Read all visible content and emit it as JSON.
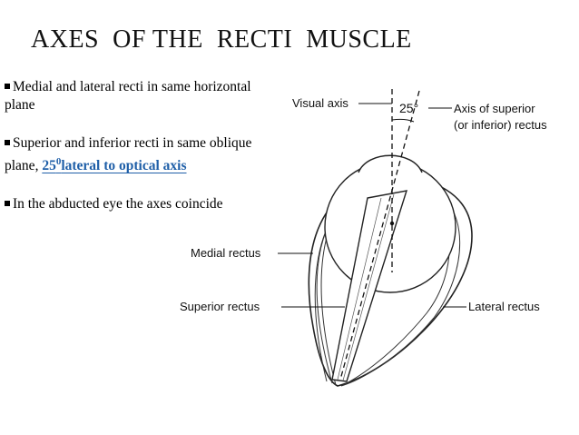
{
  "slide": {
    "title": "AXES  OF THE  RECTI  MUSCLE",
    "bullets": [
      {
        "text": "Medial and lateral recti in same horizontal plane"
      },
      {
        "text": "Superior and inferior recti in same oblique plane, ",
        "highlight_pre": "25",
        "highlight_sup": "0",
        "highlight_post": "lateral to optical axis"
      },
      {
        "text": "In the abducted eye the axes coincide"
      }
    ],
    "highlight_color": "#1f5fa8"
  },
  "figure": {
    "labels": {
      "visual_axis": "Visual axis",
      "angle": "25°",
      "axis_superior_1": "Axis of superior",
      "axis_superior_2": "(or inferior) rectus",
      "medial_rectus": "Medial rectus",
      "superior_rectus": "Superior rectus",
      "lateral_rectus": "Lateral rectus"
    }
  }
}
